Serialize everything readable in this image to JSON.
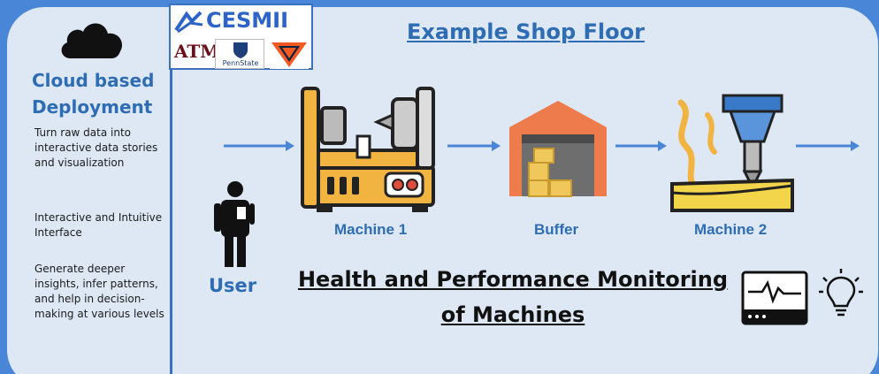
{
  "sidebar": {
    "title": "Cloud based Deployment",
    "items": [
      "Turn raw data into interactive data stories and visualization",
      "Interactive and Intuitive Interface",
      "Generate deeper insights, infer patterns, and help in decision-making at various levels"
    ]
  },
  "logos": {
    "cesmii": "CESMII",
    "tamu": "ATM",
    "pennstate": "PennState"
  },
  "main": {
    "title": "Example Shop Floor",
    "user_label": "User",
    "stations": [
      "Machine 1",
      "Buffer",
      "Machine 2"
    ],
    "monitoring_title": "Health and Performance Monitoring of Machines"
  },
  "colors": {
    "background": "#4a86d8",
    "panel": "#dde8f4",
    "accent": "#2e6db4",
    "machine_yellow": "#f2b441",
    "buffer_orange": "#ee7b4c"
  },
  "icons": [
    "cloud-icon",
    "user-icon",
    "lathe-machine-icon",
    "warehouse-icon",
    "milling-machine-icon",
    "monitor-icon",
    "lightbulb-icon",
    "arrow-icon"
  ]
}
